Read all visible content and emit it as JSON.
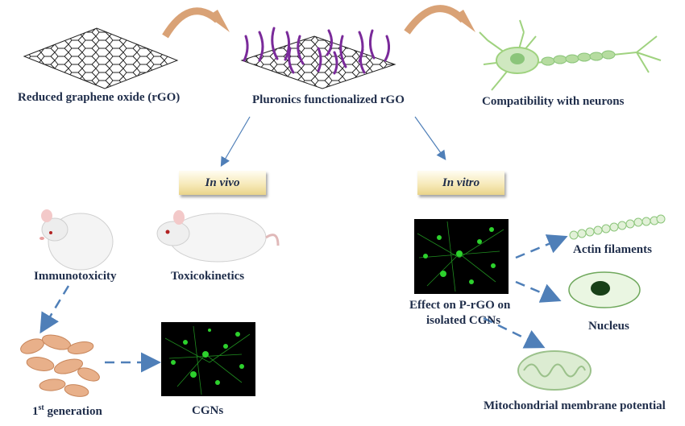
{
  "labels": {
    "rgo": "Reduced graphene oxide (rGO)",
    "prgo": "Pluronics functionalized rGO",
    "neurons": "Compatibility with neurons",
    "in_vivo": "In vivo",
    "in_vitro": "In vitro",
    "immunotoxicity": "Immunotoxicity",
    "toxicokinetics": "Toxicokinetics",
    "generation_prefix": "1",
    "generation_sup": "st",
    "generation_suffix": " generation",
    "cgns": "CGNs",
    "effect_line1": "Effect on P-rGO on",
    "effect_line2": "isolated CGNs",
    "actin": "Actin filaments",
    "nucleus": "Nucleus",
    "mito": "Mitochondrial membrane potential"
  },
  "colors": {
    "text": "#1f2d4a",
    "arrow": "#4f7fb8",
    "curved_arrow": "#d9a276",
    "polymer": "#7a2a9a",
    "cell_green": "#2dd12d",
    "neuron_green": "#9fd27f",
    "organelle": "#cfe8c0"
  }
}
